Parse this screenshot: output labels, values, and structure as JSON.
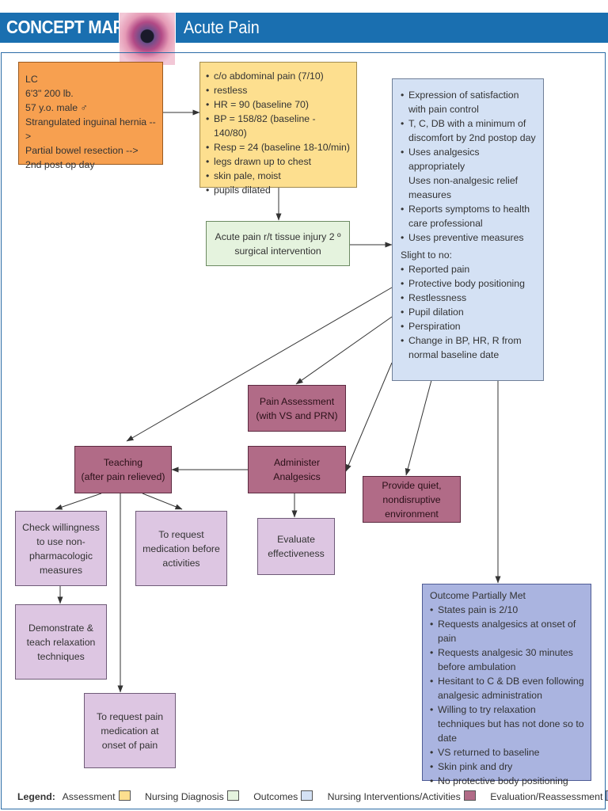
{
  "header": {
    "title": "CONCEPT MAP",
    "subtitle": "Acute Pain"
  },
  "patient_box": {
    "lines": [
      "LC",
      "6'3\" 200 lb.",
      "57 y.o. male ♂",
      "Strangulated inguinal hernia -->",
      "Partial bowel resection -->",
      "2nd post op day"
    ]
  },
  "assessment_box": {
    "items": [
      "c/o abdominal pain (7/10)",
      "restless",
      "HR = 90 (baseline 70)",
      "BP = 158/82 (baseline - 140/80)",
      "Resp = 24 (baseline 18-10/min)",
      "legs drawn up to chest",
      "skin pale, moist",
      "pupils dilated"
    ]
  },
  "diagnosis_box": {
    "line1": "Acute pain r/t tissue injury 2 º",
    "line2": "surgical intervention"
  },
  "outcomes_box": {
    "items": [
      "Expression of satisfaction with pain control",
      "T, C, DB with a minimum of discomfort by 2nd postop day",
      "Uses analgesics appropriately",
      "Uses non-analgesic relief measures",
      "Reports symptoms to health care professional",
      "Uses preventive measures"
    ],
    "heading": "Slight to no:",
    "items2": [
      "Reported pain",
      "Protective body positioning",
      "Restlessness",
      "Pupil dilation",
      "Perspiration",
      "Change in BP, HR, R from normal baseline date"
    ]
  },
  "pain_assessment": {
    "line1": "Pain Assessment",
    "line2": "(with VS and PRN)"
  },
  "administer": {
    "line1": "Administer",
    "line2": "Analgesics"
  },
  "teaching": {
    "line1": "Teaching",
    "line2": "(after pain relieved)"
  },
  "quiet_env": {
    "line1": "Provide quiet,",
    "line2": "nondisruptive",
    "line3": "environment"
  },
  "evaluate": {
    "line1": "Evaluate",
    "line2": "effectiveness"
  },
  "check_willingness": {
    "line1": "Check willingness",
    "line2": "to use non-",
    "line3": "pharmacologic",
    "line4": "measures"
  },
  "request_before": {
    "line1": "To request",
    "line2": "medication before",
    "line3": "activities"
  },
  "demonstrate": {
    "line1": "Demonstrate &",
    "line2": "teach relaxation",
    "line3": "techniques"
  },
  "request_onset": {
    "line1": "To request pain",
    "line2": "medication at",
    "line3": "onset of pain"
  },
  "final_outcome": {
    "heading": "Outcome Partially Met",
    "items": [
      "States pain is 2/10",
      "Requests analgesics at onset of pain",
      "Requests analgesic 30 minutes before ambulation",
      "Hesitant to C & DB even following analgesic administration",
      "Willing to try relaxation techniques but has not done so to date",
      "VS returned to baseline",
      "Skin pink and dry",
      "No protective body positioning"
    ]
  },
  "legend": {
    "title": "Legend:",
    "items": [
      {
        "label": "Assessment",
        "color": "#fddf8f"
      },
      {
        "label": "Nursing Diagnosis",
        "color": "#e5f3de"
      },
      {
        "label": "Outcomes",
        "color": "#d4e1f4"
      },
      {
        "label": "Nursing Interventions/Activities",
        "color": "#b16b87"
      },
      {
        "label": "Evaluation/Reassessment",
        "color": "#aab4e0"
      }
    ]
  }
}
